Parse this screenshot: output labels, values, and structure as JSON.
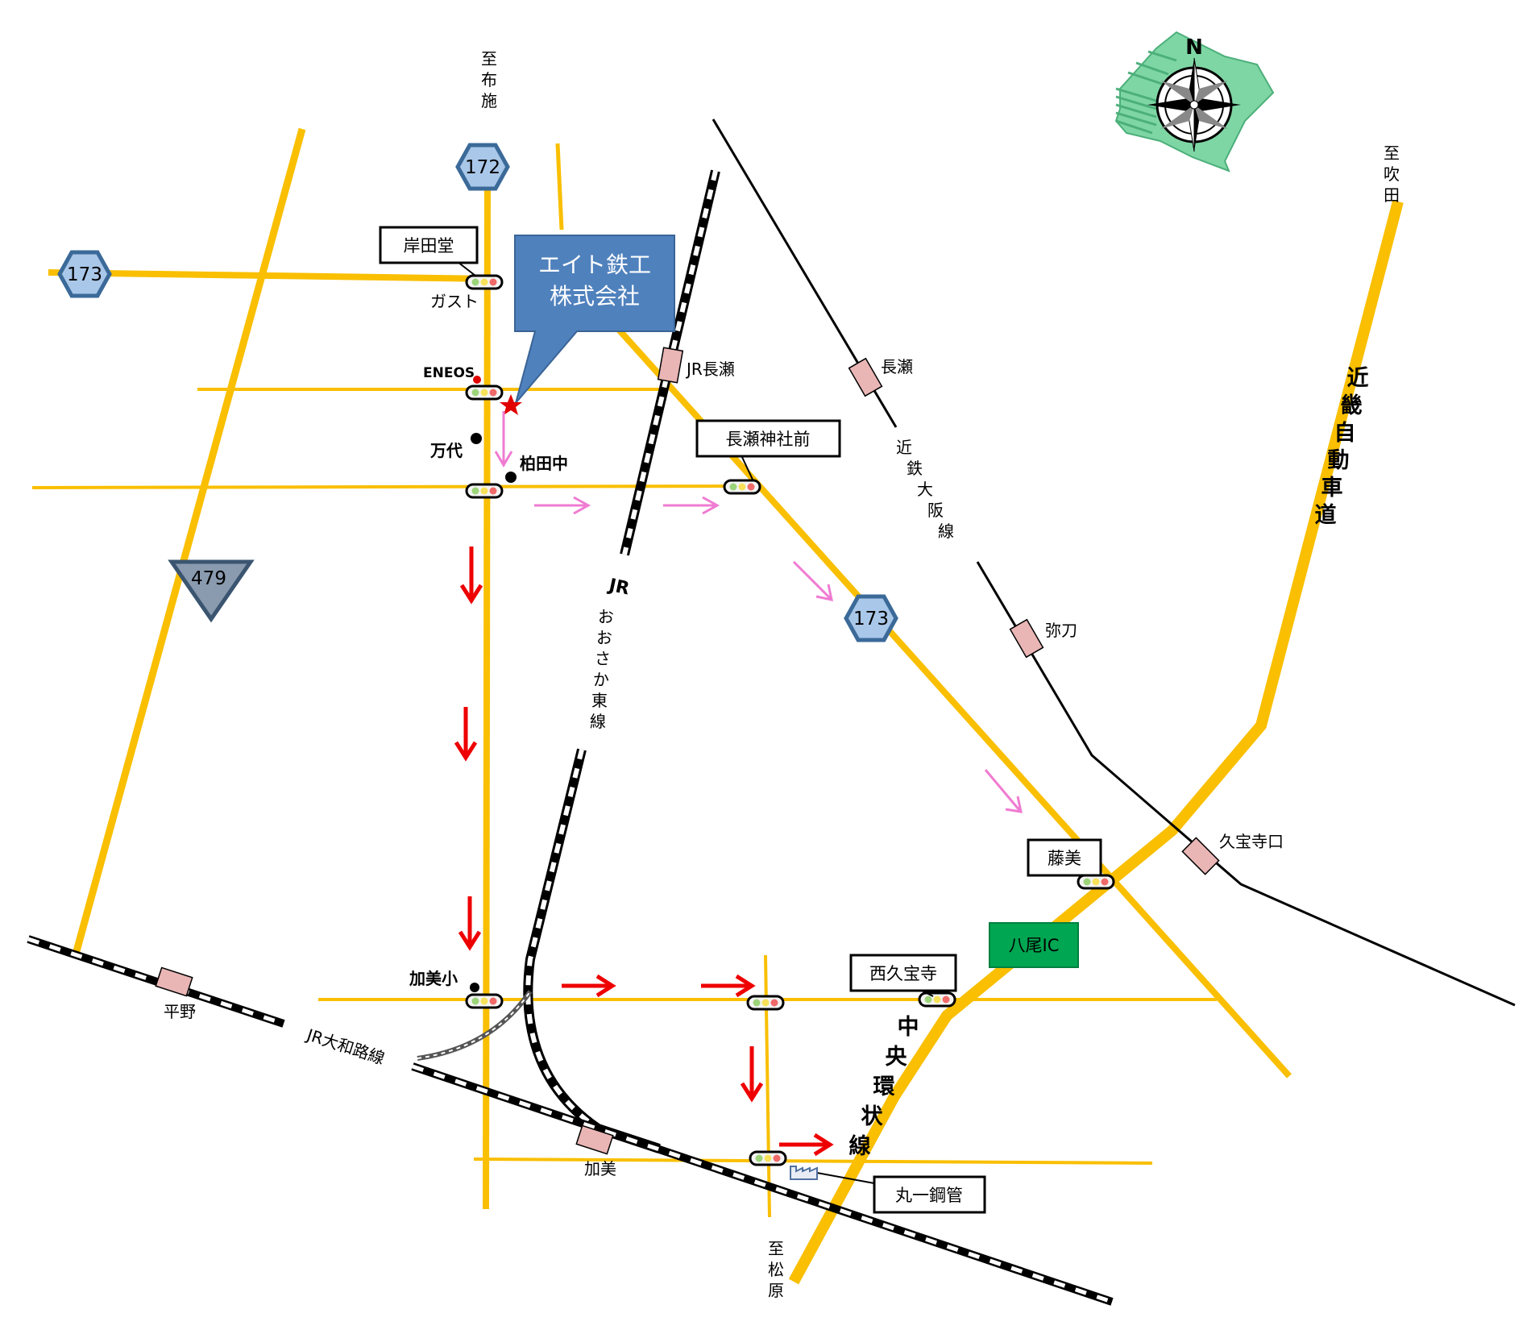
{
  "company": {
    "name_line1": "エイト鉄工",
    "name_line2": "株式会社"
  },
  "directions": {
    "north": [
      "至",
      "布",
      "施"
    ],
    "south": [
      "至",
      "松",
      "原"
    ],
    "northeast": [
      "至",
      "吹",
      "田"
    ]
  },
  "route_markers": {
    "r172": "172",
    "r173_west": "173",
    "r173_mid": "173",
    "r479": "479"
  },
  "highways": {
    "kinki": [
      "近",
      "畿",
      "自",
      "動",
      "車",
      "道"
    ],
    "chuo": [
      "中",
      "央",
      "環",
      "状",
      "線"
    ]
  },
  "railways": {
    "jr_osaka_higashi_a": "JR",
    "jr_osaka_higashi_b": [
      "お",
      "お",
      "さ",
      "か",
      "東",
      "線"
    ],
    "kintetsu": [
      "近",
      "鉄",
      "大",
      "阪",
      "線"
    ],
    "jr_yamatoji": "JR大和路線"
  },
  "stations": {
    "jr_nagase": "JR長瀬",
    "nagase": "長瀬",
    "mito": "弥刀",
    "kyuhojiguchi": "久宝寺口",
    "hirano": "平野",
    "kami": "加美"
  },
  "signal_boxes": {
    "kishidado": "岸田堂",
    "nagase_jinja": "長瀬神社前",
    "fujimi": "藤美",
    "nishi_kyuhoji": "西久宝寺",
    "maruichi": "丸一鋼管",
    "yao_ic": "八尾IC"
  },
  "landmarks": {
    "gusto": "ガスト",
    "eneos": "ENEOS",
    "mandai": "万代",
    "kashiwada": "柏田中",
    "kami_sho": "加美小"
  },
  "compass": {
    "north_letter": "N"
  },
  "colors": {
    "road": "#f9bf00",
    "route_marker_fill": "#a9c7e9",
    "route_marker_stroke": "#3b6a99",
    "route479_fill": "#8a9bb0",
    "callout_fill": "#4f81bd",
    "station_fill": "#e9b5b5",
    "ic_fill": "#00a651",
    "arrow_red": "#ee0000",
    "arrow_pink": "#f07bd2",
    "compass_green": "#5cc98f"
  },
  "icons": {
    "star": "star-icon",
    "traffic_signal": "traffic-signal-icon",
    "compass": "compass-rose-icon",
    "factory": "factory-icon"
  }
}
